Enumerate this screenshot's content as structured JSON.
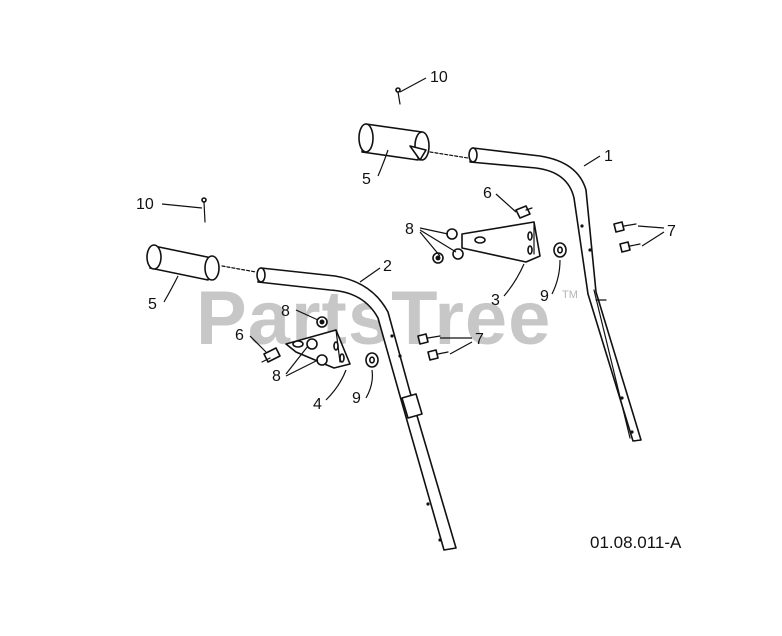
{
  "diagram": {
    "reference_code": "01.08.011-A",
    "watermark": "PartsTree",
    "watermark_mark": "TM",
    "callouts": {
      "handle_upper": "1",
      "handle_lower": "2",
      "bracket_right": "3",
      "bracket_left": "4",
      "grip_right": "5",
      "grip_left": "5",
      "bolt_right": "6",
      "bolt_left": "6",
      "screws_right": "7",
      "screws_left": "7",
      "nuts_right": "8",
      "nut_left_top": "8",
      "nuts_left_bottom": "8",
      "washer_right": "9",
      "washer_left": "9",
      "pin_right": "10",
      "pin_left": "10"
    }
  }
}
